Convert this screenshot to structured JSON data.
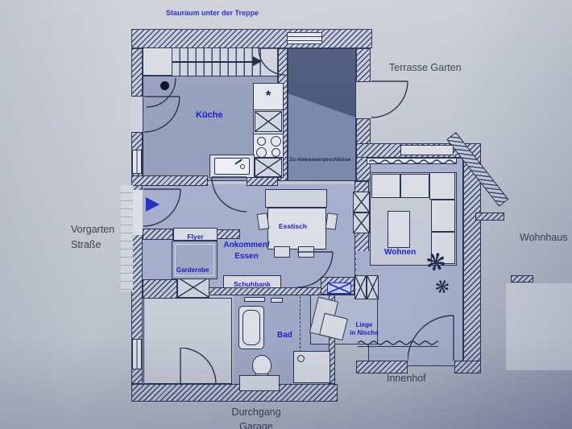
{
  "colors": {
    "accent_blue": "#1c23cb",
    "ink": "#2b3654",
    "text_gray": "#3b4150",
    "wall_fill": "#c7ccd8",
    "kitchen_fill": "#97a1bd",
    "hall_fill": "#a8b2ce",
    "dark_room_fill": "#4e5a7d"
  },
  "outside_labels": {
    "terrasse": "Terrasse Garten",
    "vorgarten_line1": "Vorgarten",
    "vorgarten_line2": "Straße",
    "wohnhaus": "Wohnhaus",
    "innenhof": "Innenhof",
    "durchgang_line1": "Durchgang",
    "durchgang_line2": "Garage"
  },
  "plan_labels": {
    "stauraum": "Stauraum unter der Treppe",
    "kueche": "Küche",
    "kitchen_symbol": "*",
    "abwasser": "Zu-Abwasseranschlüsse",
    "flyer": "Flyer",
    "esstisch": "Esstisch",
    "ankommen_line1": "Ankommen/",
    "ankommen_line2": "Essen",
    "garderobe": "Garderobe",
    "schuhbank": "Schuhbank",
    "wohnen": "Wohnen",
    "bad": "Bad",
    "liege_line1": "Liege",
    "liege_line2": "in Nische"
  }
}
